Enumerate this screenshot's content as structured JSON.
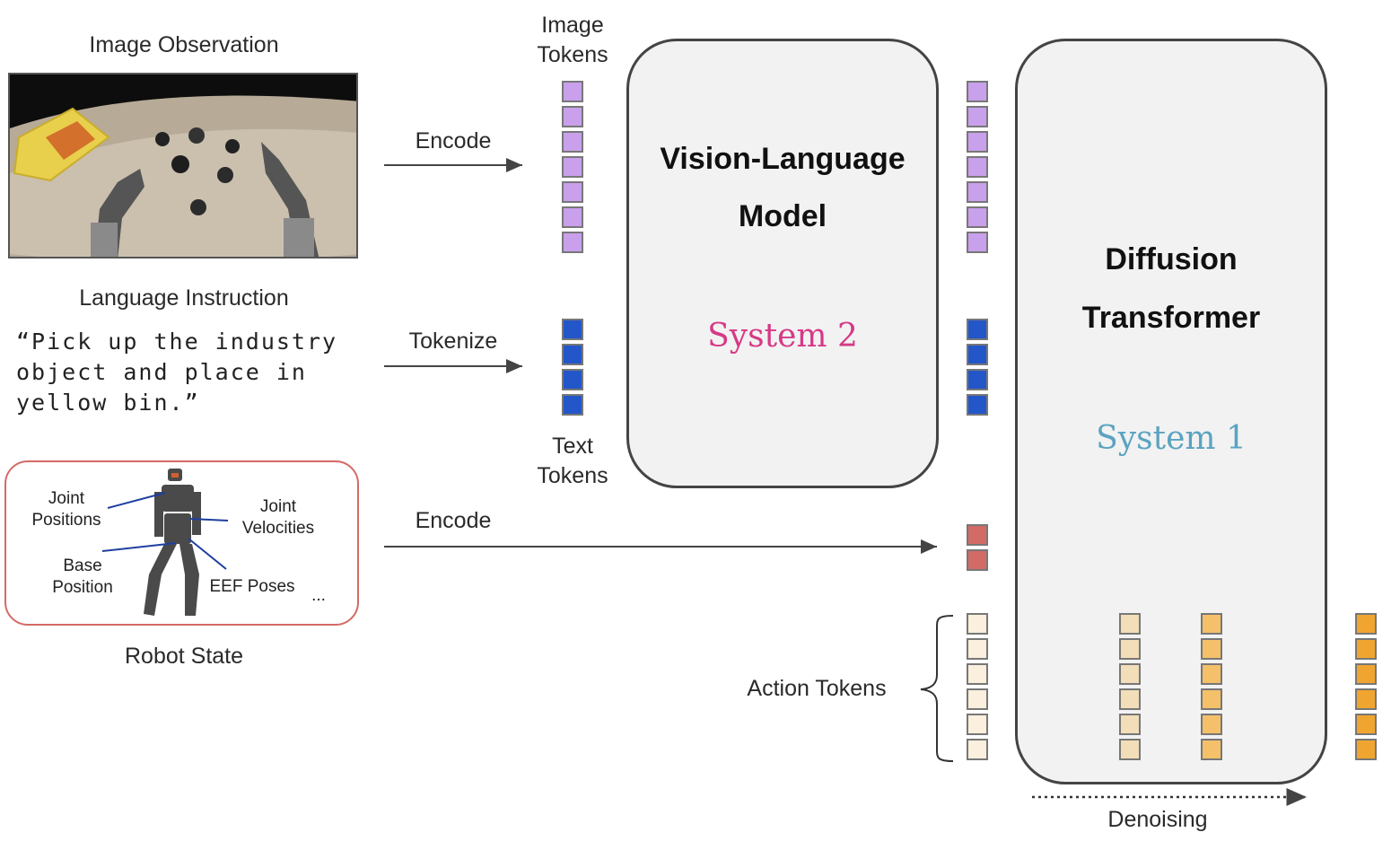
{
  "inputs": {
    "image_observation_title": "Image Observation",
    "language_instruction_title": "Language Instruction",
    "instruction_lines": [
      "“Pick up the industry",
      "object and place in",
      "yellow bin.”"
    ],
    "robot_state_title": "Robot State",
    "robot_labels": {
      "joint_positions": [
        "Joint",
        "Positions"
      ],
      "joint_velocities": [
        "Joint",
        "Velocities"
      ],
      "base_position": [
        "Base",
        "Position"
      ],
      "eef_poses": "EEF Poses",
      "ellipsis": "..."
    }
  },
  "arrows": {
    "encode_image": "Encode",
    "tokenize": "Tokenize",
    "encode_state": "Encode"
  },
  "tokens": {
    "image_tokens_label": [
      "Image",
      "Tokens"
    ],
    "text_tokens_label": [
      "Text",
      "Tokens"
    ],
    "action_tokens_label": "Action Tokens",
    "image_token_count": 7,
    "text_token_count": 4,
    "state_token_count": 2,
    "action_token_count": 6,
    "colors": {
      "image": "#c9a0ec",
      "text": "#2356c8",
      "state": "#d26b66",
      "action_noisy": "#fbefdd",
      "action_mid": "#f2deb9",
      "action_partial": "#f5c06a",
      "action_final": "#f0a530"
    }
  },
  "vlm": {
    "title_line1": "Vision-Language",
    "title_line2": "Model",
    "system_label": "System 2",
    "system_color": "#d63a86"
  },
  "dit": {
    "title_line1": "Diffusion",
    "title_line2": "Transformer",
    "system_label": "System 1",
    "system_color": "#5ba3c0"
  },
  "denoising_label": "Denoising"
}
